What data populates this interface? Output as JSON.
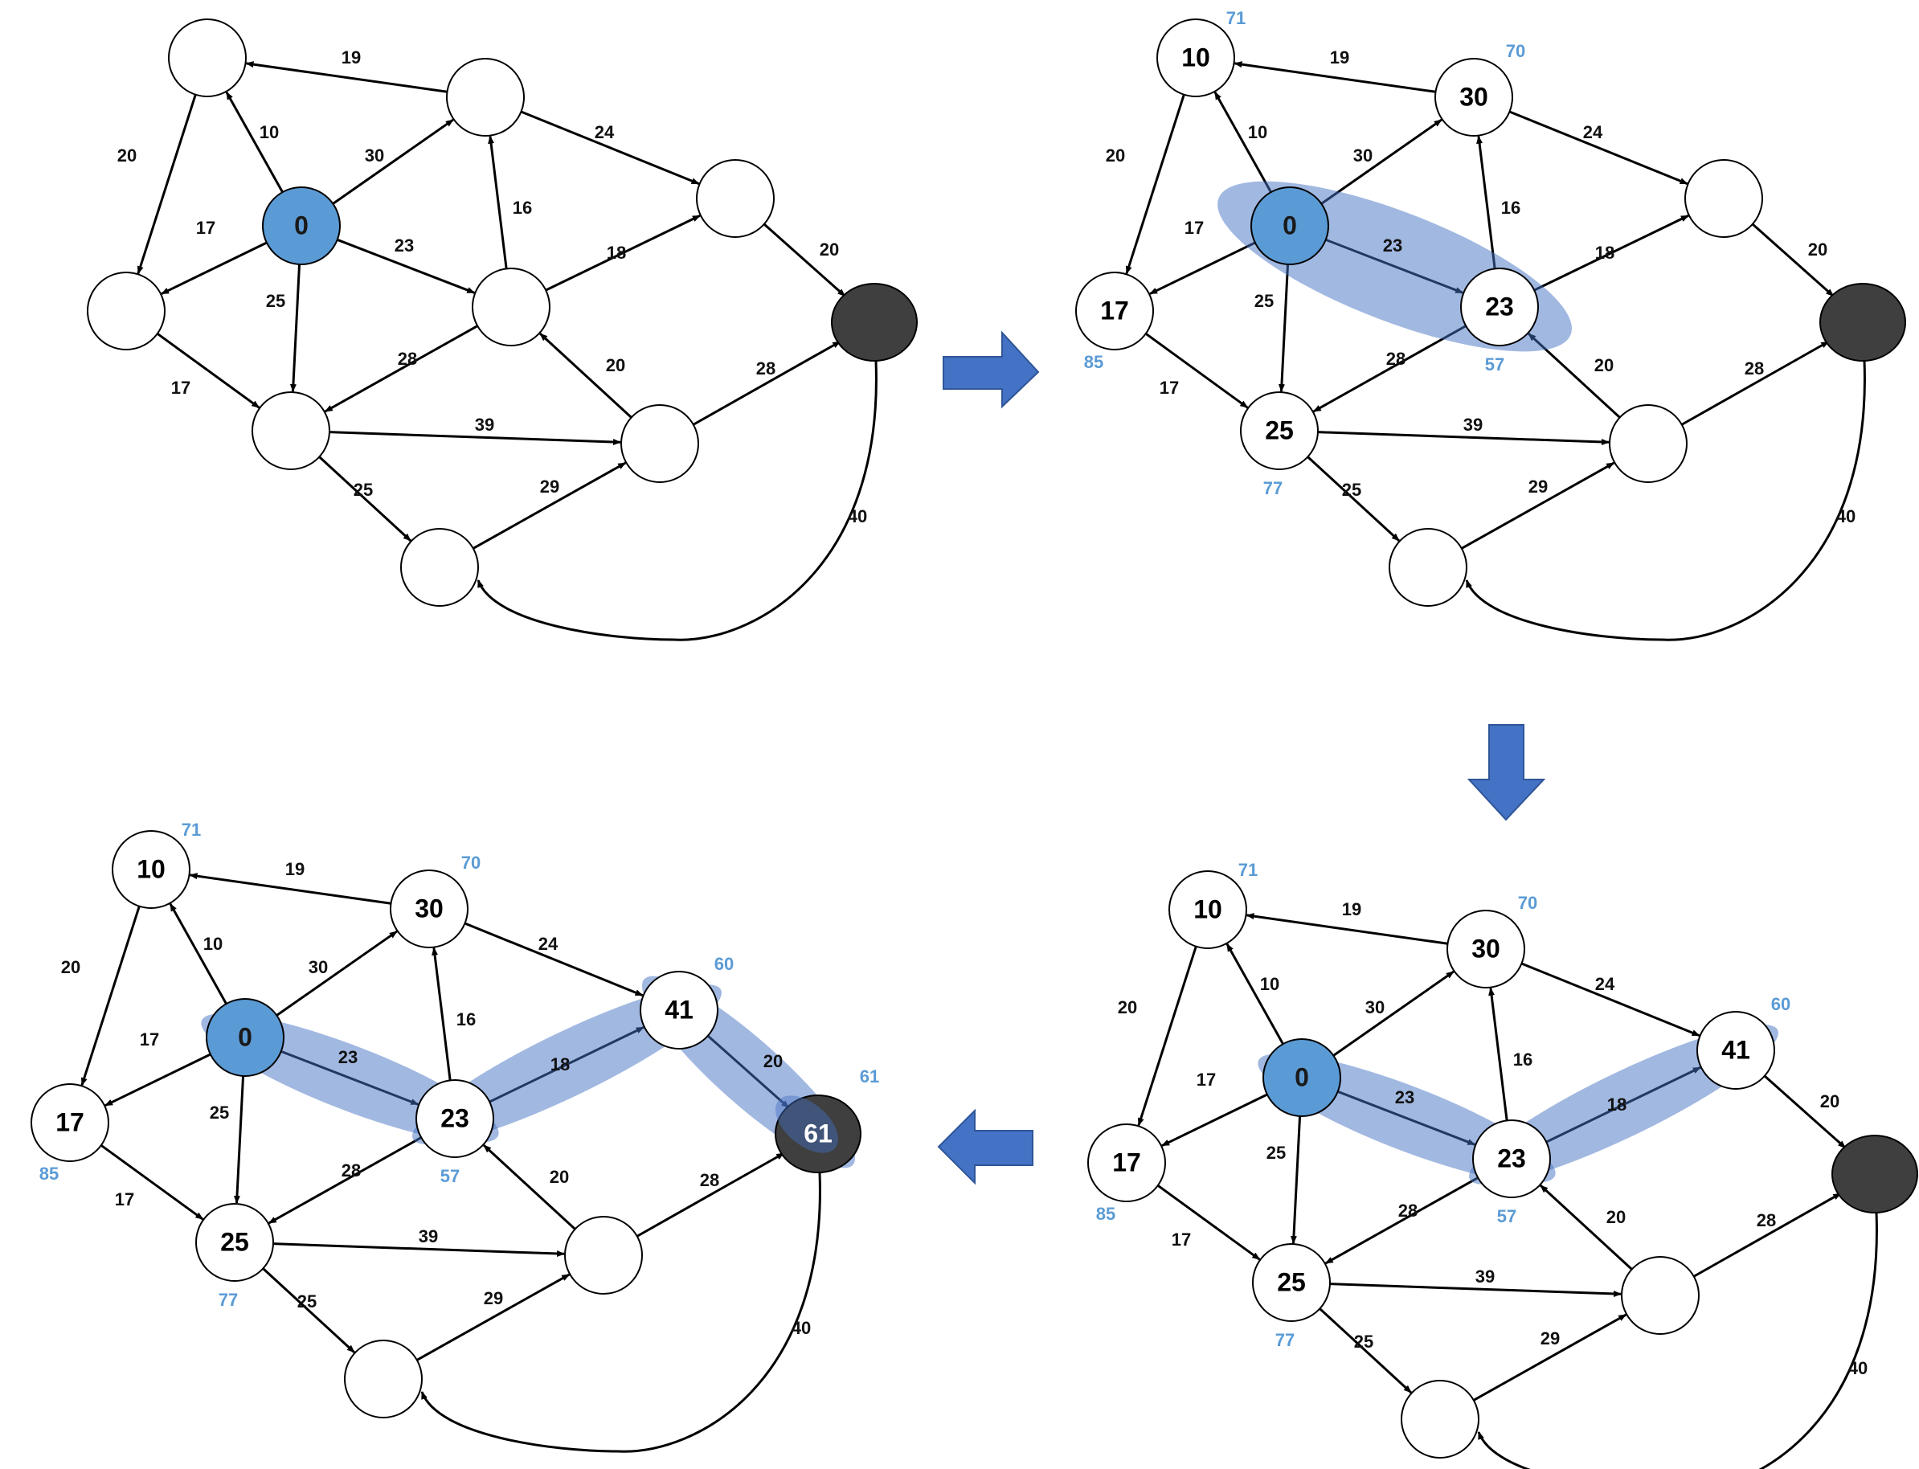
{
  "colors": {
    "source": "#5b9bd5",
    "target": "#3f3f3f",
    "highlight": "#4472c4",
    "annotation": "#5b9bd5",
    "arrow": "#4472c4",
    "edge": "#000000"
  },
  "panels": [
    {
      "id": "panel-1",
      "node_labels": {
        "s": "0",
        "n1": "",
        "n2": "",
        "n3": "",
        "n4": "",
        "n5": "",
        "n6": "",
        "n7": "",
        "n8": "",
        "n9": "",
        "t": ""
      },
      "annotations": {},
      "highlight": [],
      "target_highlight": false
    },
    {
      "id": "panel-2",
      "node_labels": {
        "s": "0",
        "n1": "10",
        "n2": "30",
        "n3": "",
        "n4": "17",
        "n5": "23",
        "n6": "25",
        "n7": "",
        "n8": "",
        "n9": "",
        "t": ""
      },
      "annotations": {
        "n1": "71",
        "n2": "70",
        "n4": "85",
        "n5": "57",
        "n6": "77"
      },
      "highlight": [
        [
          "s",
          "n5"
        ]
      ],
      "target_highlight": false
    },
    {
      "id": "panel-3",
      "node_labels": {
        "s": "0",
        "n1": "10",
        "n2": "30",
        "n3": "41",
        "n4": "17",
        "n5": "23",
        "n6": "25",
        "n7": "",
        "n8": "",
        "n9": "",
        "t": ""
      },
      "annotations": {
        "n1": "71",
        "n2": "70",
        "n3": "60",
        "n4": "85",
        "n5": "57",
        "n6": "77"
      },
      "highlight": [
        [
          "s",
          "n5"
        ],
        [
          "n5",
          "n3"
        ]
      ],
      "target_highlight": false
    },
    {
      "id": "panel-4",
      "node_labels": {
        "s": "0",
        "n1": "10",
        "n2": "30",
        "n3": "41",
        "n4": "17",
        "n5": "23",
        "n6": "25",
        "n7": "",
        "n8": "",
        "n9": "",
        "t": "61"
      },
      "annotations": {
        "n1": "71",
        "n2": "70",
        "n3": "60",
        "n4": "85",
        "n5": "57",
        "n6": "77",
        "t": "61"
      },
      "highlight": [
        [
          "s",
          "n5"
        ],
        [
          "n5",
          "n3"
        ],
        [
          "n3",
          "t"
        ]
      ],
      "target_highlight": true
    }
  ],
  "edges": [
    {
      "from": "s",
      "to": "n1",
      "weight": "10"
    },
    {
      "from": "n2",
      "to": "n1",
      "weight": "19"
    },
    {
      "from": "n1",
      "to": "n4",
      "weight": "20"
    },
    {
      "from": "s",
      "to": "n2",
      "weight": "30"
    },
    {
      "from": "n2",
      "to": "n3",
      "weight": "24"
    },
    {
      "from": "s",
      "to": "n4",
      "weight": "17"
    },
    {
      "from": "s",
      "to": "n5",
      "weight": "23"
    },
    {
      "from": "s",
      "to": "n6",
      "weight": "25"
    },
    {
      "from": "n5",
      "to": "n2",
      "weight": "16"
    },
    {
      "from": "n5",
      "to": "n3",
      "weight": "18"
    },
    {
      "from": "n3",
      "to": "t",
      "weight": "20"
    },
    {
      "from": "n4",
      "to": "n6",
      "weight": "17"
    },
    {
      "from": "n5",
      "to": "n6",
      "weight": "28"
    },
    {
      "from": "n7",
      "to": "n5",
      "weight": "20"
    },
    {
      "from": "n7",
      "to": "t",
      "weight": "28"
    },
    {
      "from": "n6",
      "to": "n7",
      "weight": "39"
    },
    {
      "from": "n6",
      "to": "n8",
      "weight": "25"
    },
    {
      "from": "n8",
      "to": "n7",
      "weight": "29"
    },
    {
      "from": "t",
      "to": "n8",
      "weight": "40",
      "curved": true
    }
  ]
}
